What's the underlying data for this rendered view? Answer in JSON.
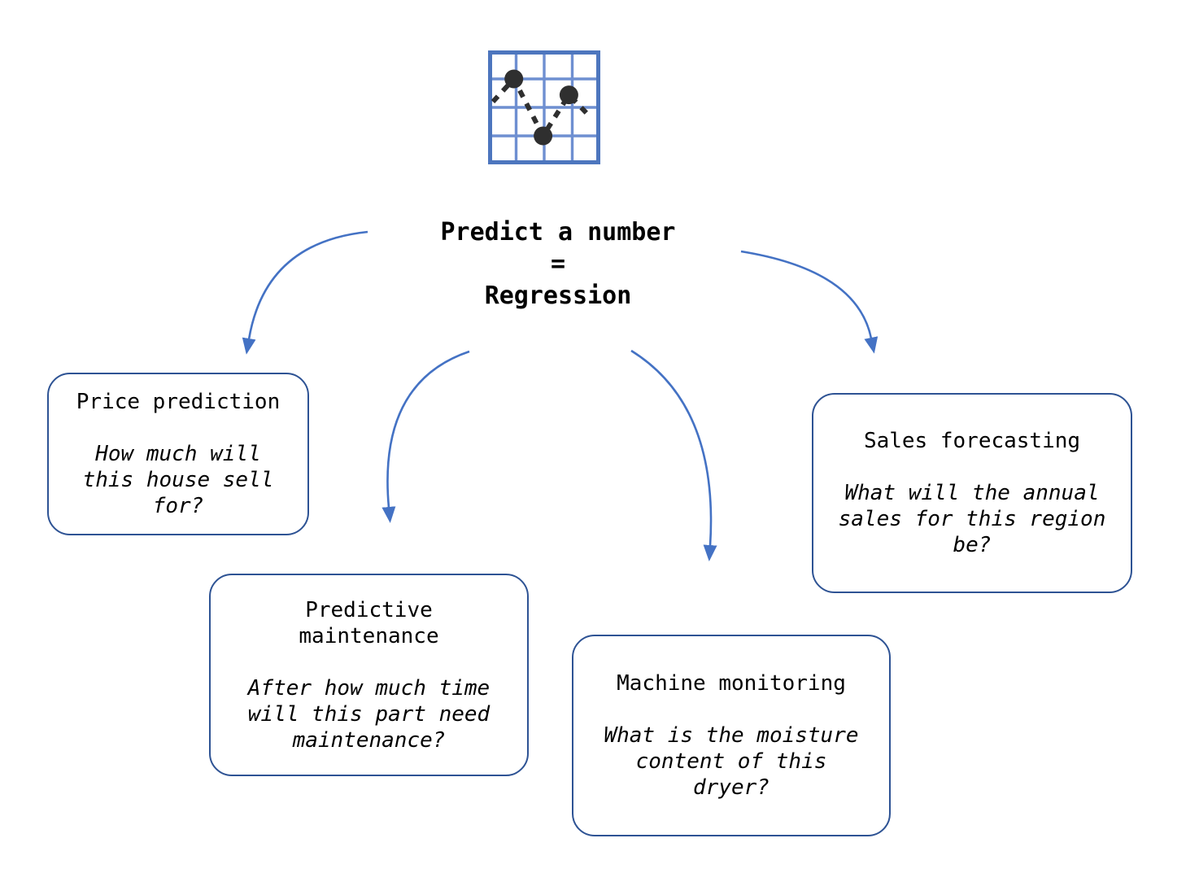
{
  "diagram": {
    "icon": "line-chart-icon",
    "root_label": "Predict a number\n=\nRegression",
    "nodes": [
      {
        "id": "price-prediction",
        "title": "Price prediction",
        "question": "How much will\nthis house sell\nfor?"
      },
      {
        "id": "predictive-maintenance",
        "title": "Predictive\nmaintenance",
        "question": "After how much time\nwill this part need\nmaintenance?"
      },
      {
        "id": "machine-monitoring",
        "title": "Machine monitoring",
        "question": "What is the moisture\ncontent of this\ndryer?"
      },
      {
        "id": "sales-forecasting",
        "title": "Sales forecasting",
        "question": "What will the annual\nsales for this region\nbe?"
      }
    ],
    "colors": {
      "arrow": "#4472C4",
      "box_border": "#2E5394",
      "icon_grid": "#6E8FD1",
      "icon_grid_frame": "#4D76BE",
      "icon_marks": "#2F2F2F",
      "text": "#000000"
    }
  }
}
